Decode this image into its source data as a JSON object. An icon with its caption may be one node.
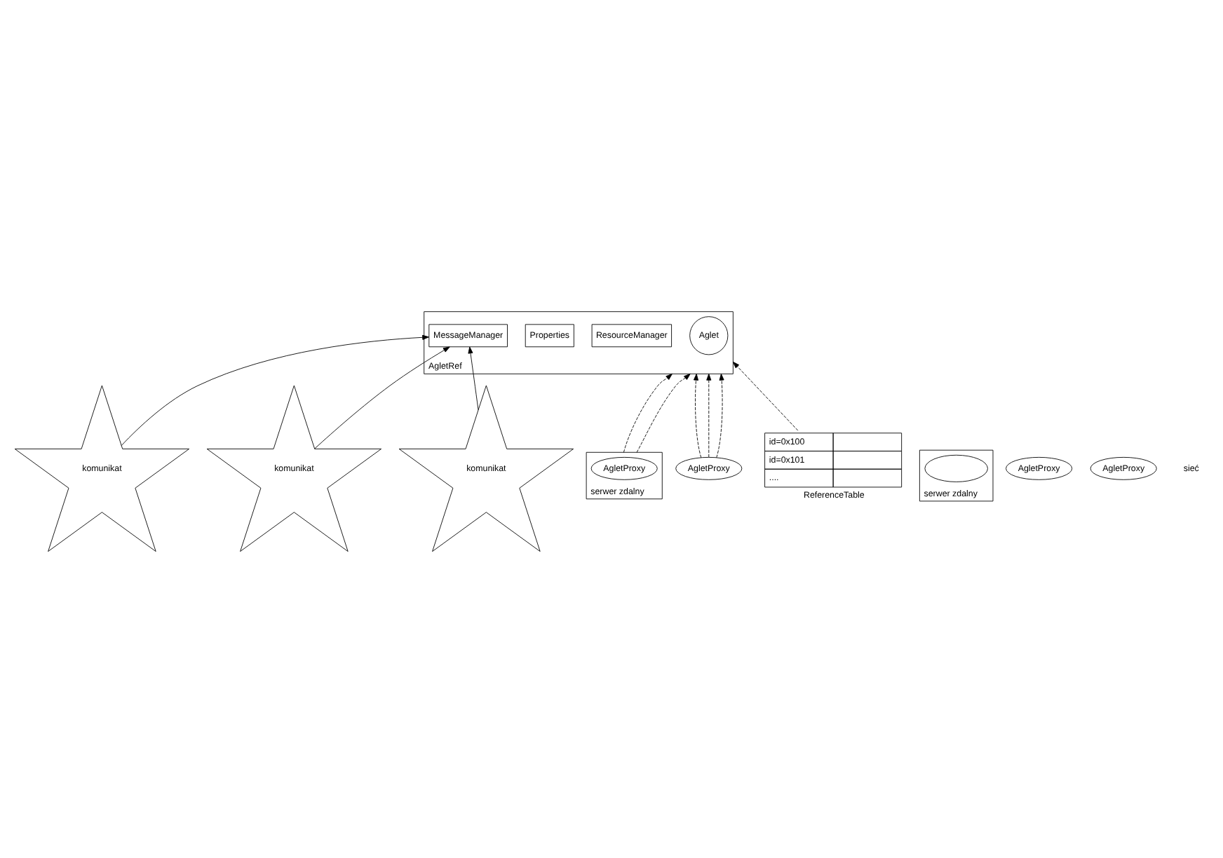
{
  "diagram": {
    "nodes": [
      {
        "text": [
          "AgletRef"
        ]
      },
      {
        "text": [
          "Aglet"
        ],
        "in": 0
      },
      {
        "text": [
          "ResourceManager"
        ],
        "in": 0
      },
      {
        "text": [
          "Properties"
        ],
        "in": 0
      },
      {
        "text": [
          "MessageManager"
        ],
        "in": 0
      },
      {
        "text": [
          "komunikat"
        ]
      },
      {
        "text": [
          "komunikat"
        ]
      },
      {
        "text": [
          "komunikat"
        ]
      },
      {
        "text": [
          "serwer zdalny"
        ]
      },
      {
        "text": [
          "AgletProxy"
        ],
        "in": 8
      },
      {
        "text": [
          "serwer zdalny"
        ]
      },
      {
        "text": [],
        "shape": "ellipse",
        "in": 10
      },
      {
        "text": [
          "AgletProxy"
        ]
      },
      {
        "text": [
          "AgletProxy"
        ]
      },
      {
        "text": [
          "AgletProxy"
        ]
      },
      {
        "text": [
          "id=0x100",
          "id=0x101",
          "....",
          "ReferenceTable"
        ]
      }
    ],
    "edges": [
      {
        "from": 5,
        "to": 4,
        "arrow": "to"
      },
      {
        "from": 6,
        "to": 4,
        "arrow": "to"
      },
      {
        "from": 7,
        "to": 4,
        "arrow": "to"
      },
      {
        "from": 8,
        "to": 0,
        "arrow": "to",
        "style": "dashed"
      },
      {
        "from": 8,
        "to": 0,
        "arrow": "to",
        "style": "dashed"
      },
      {
        "from": 12,
        "to": 0,
        "arrow": "to",
        "style": "dashed"
      },
      {
        "from": 12,
        "to": 0,
        "arrow": "to",
        "style": "dashed"
      },
      {
        "from": 12,
        "to": 0,
        "arrow": "to",
        "style": "dashed"
      },
      {
        "from": 15,
        "to": 0,
        "arrow": "to",
        "style": "dashed"
      }
    ],
    "labels": [
      "sieć"
    ]
  }
}
